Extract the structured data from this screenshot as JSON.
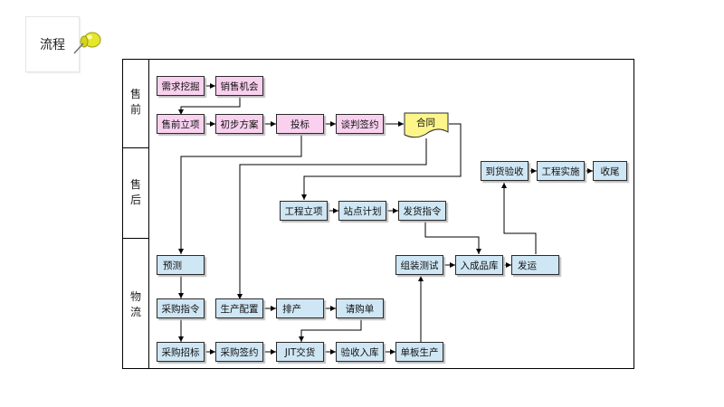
{
  "header": {
    "title": "流程"
  },
  "lanes": [
    {
      "label": [
        "售",
        "前"
      ]
    },
    {
      "label": [
        "售",
        "后"
      ]
    },
    {
      "label": [
        "物",
        "流"
      ]
    }
  ],
  "nodes": {
    "xuqiu": "需求挖掘",
    "xiaoshou": "销售机会",
    "shouqian": "售前立项",
    "chubu": "初步方案",
    "toubiao": "投标",
    "tanpan": "谈判签约",
    "hetong": "合同",
    "daohuo": "到货验收",
    "gongcheng_shishi": "工程实施",
    "shouwei": "收尾",
    "gongcheng_lixiang": "工程立项",
    "zhandian": "站点计划",
    "fahuo_zhiling": "发货指令",
    "yuce": "预测",
    "zuzhuang": "组装测试",
    "chengpin": "入成品库",
    "fayun": "发运",
    "caigou_zhiling": "采购指令",
    "shengchan": "生产配置",
    "paichan": "排产",
    "qinggou": "请购单",
    "caigou_zhaobiao": "采购招标",
    "caigou_qianyue": "采购签约",
    "jit": "JIT交货",
    "yanshou": "验收入库",
    "danban": "单板生产"
  },
  "colors": {
    "presale_box": "#f9d1ef",
    "other_box": "#cfe6f4",
    "contract_box": "#fcf58a",
    "pin": "#e6e62a",
    "line": "#000000"
  }
}
